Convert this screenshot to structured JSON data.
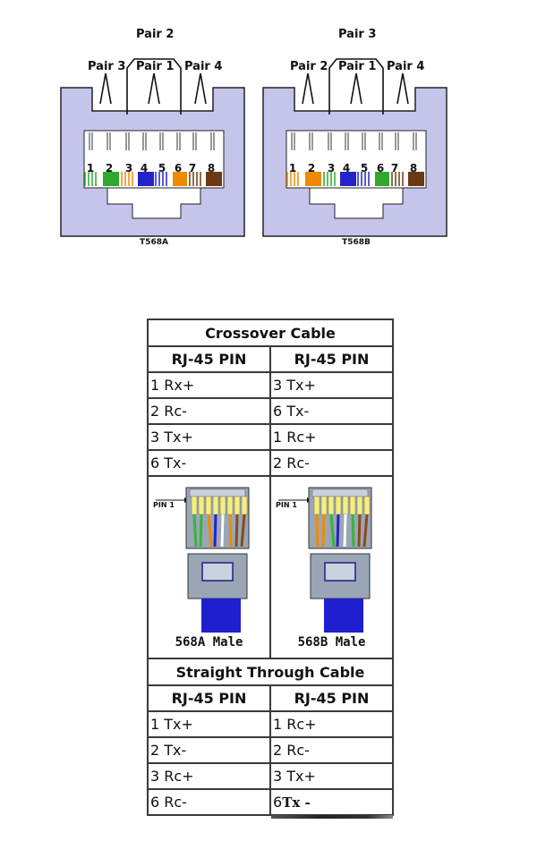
{
  "diagram": {
    "jacks": [
      {
        "standard": "T568A",
        "top_pair": "Pair 2",
        "side_pairs": [
          "Pair 3",
          "Pair 1",
          "Pair 4"
        ],
        "pins": [
          "1",
          "2",
          "3",
          "4",
          "5",
          "6",
          "7",
          "8"
        ],
        "colors": {
          "pair_a": "#2ea82e",
          "pair_b": "#f08a00",
          "blue": "#2323c8",
          "brown": "#6b3a12"
        }
      },
      {
        "standard": "T568B",
        "top_pair": "Pair 3",
        "side_pairs": [
          "Pair 2",
          "Pair 1",
          "Pair 4"
        ],
        "pins": [
          "1",
          "2",
          "3",
          "4",
          "5",
          "6",
          "7",
          "8"
        ],
        "colors": {
          "pair_a": "#f08a00",
          "pair_b": "#2ea82e",
          "blue": "#2323c8",
          "brown": "#6b3a12"
        }
      }
    ],
    "jack_body_color": "#c5c5ec"
  },
  "crossover": {
    "title": "Crossover Cable",
    "headers": [
      "RJ-45 PIN",
      "RJ-45 PIN"
    ],
    "rows": [
      [
        "1 Rx+",
        "3 Tx+"
      ],
      [
        "2 Rc-",
        "6 Tx-"
      ],
      [
        "3 Tx+",
        "1 Rc+"
      ],
      [
        "6 Tx-",
        "2 Rc-"
      ]
    ],
    "plugs": [
      {
        "pin_label": "PIN 1",
        "caption": "568A Male"
      },
      {
        "pin_label": "PIN 1",
        "caption": "568B Male"
      }
    ]
  },
  "straight": {
    "title": "Straight Through Cable",
    "headers": [
      "RJ-45 PIN",
      "RJ-45 PIN"
    ],
    "rows": [
      [
        "1 Tx+",
        "1 Rc+"
      ],
      [
        "2 Tx-",
        "2 Rc-"
      ],
      [
        "3 Rc+",
        "3 Tx+"
      ],
      [
        "6 Rc-",
        "6"
      ]
    ],
    "last_handwritten": "Tx -"
  }
}
